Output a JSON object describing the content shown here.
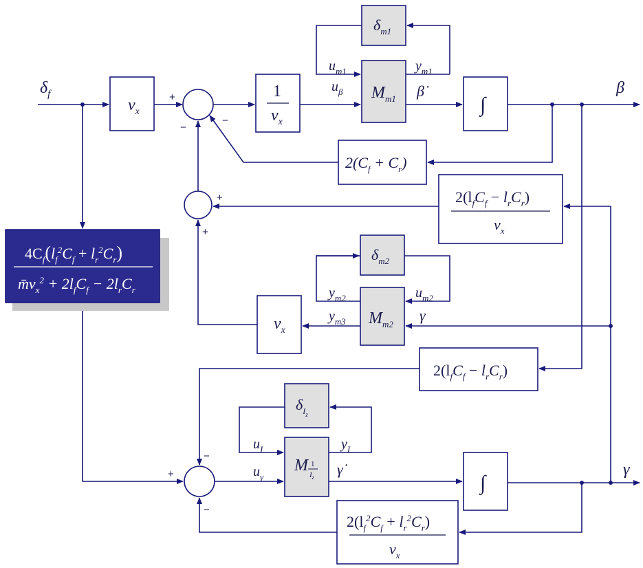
{
  "signals": {
    "delta_f": "δ",
    "delta_f_sub": "f",
    "beta_out": "β",
    "gamma_out": "γ",
    "gamma_in": "γ",
    "u_beta": "u",
    "u_beta_sub": "β",
    "u_gamma": "u",
    "u_gamma_sub": "γ",
    "beta_dot": "β̇",
    "gamma_dot": "γ̇",
    "u_m1": "u",
    "u_m1_sub": "m1",
    "y_m1": "y",
    "y_m1_sub": "m1",
    "u_m2": "u",
    "u_m2_sub": "m2",
    "y_m2": "y",
    "y_m2_sub": "m2",
    "y_m3": "y",
    "y_m3_sub": "m3",
    "u_I": "u",
    "u_I_sub": "I",
    "y_I": "y",
    "y_I_sub": "I"
  },
  "blocks": {
    "vx_gain_top": "v",
    "vx_gain_top_sub": "x",
    "inv_vx_num": "1",
    "inv_vx_den": "v",
    "inv_vx_den_sub": "x",
    "M_m1": "M",
    "M_m1_sub": "m1",
    "delta_m1": "δ",
    "delta_m1_sub": "m1",
    "integrator_top": "∫",
    "cf_cr_sum": "2(C",
    "cf_cr_sum_f": "f",
    "cf_cr_sum_plus": " + C",
    "cf_cr_sum_r": "r",
    "cf_cr_sum_close": ")",
    "lfcf_frac_num": "2(l",
    "lfcf_frac_den": "v",
    "lfcf_frac_den_sub": "x",
    "delta_m2": "δ",
    "delta_m2_sub": "m2",
    "M_m2": "M",
    "M_m2_sub": "m2",
    "vx_gain_mid": "v",
    "vx_gain_mid_sub": "x",
    "lfcf_gain": "2(l",
    "delta_Iz": "δ",
    "delta_Iz_sub": "I",
    "delta_Iz_subsub": "z",
    "M_Iz": "M",
    "M_Iz_num": "1",
    "M_Iz_den": "I",
    "M_Iz_den_sub": "z",
    "integrator_bottom": "∫",
    "lf2_frac_num": "2(l",
    "lf2_frac_den": "v",
    "lf2_frac_den_sub": "x",
    "big_gain_num": "4C",
    "big_gain_den": "m̄v"
  },
  "signs": {
    "sum1_left": "+",
    "sum1_bottom": "−",
    "sum1_diag": "−",
    "sum2_right": "+",
    "sum2_bottom": "+",
    "sum3_left": "+",
    "sum3_top": "−",
    "sum3_bottom": "−"
  },
  "colors": {
    "line": "#1a1a7c",
    "gray_block": "#e0e0e0",
    "big_gain_fill": "#2b2b8f",
    "big_gain_shadow": "#c8c8c8"
  }
}
